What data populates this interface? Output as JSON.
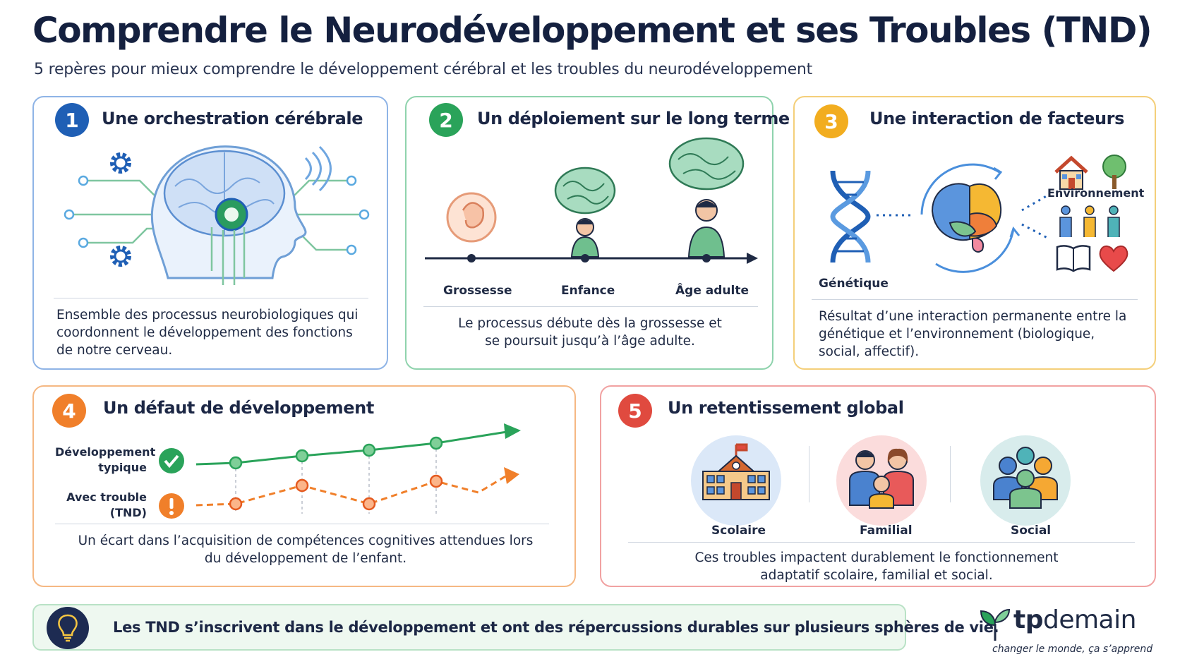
{
  "header": {
    "title": "Comprendre le Neurodéveloppement et ses Troubles (TND)",
    "subtitle": "5 repères pour mieux comprendre le développement cérébral et les troubles du neurodéveloppement"
  },
  "cards": [
    {
      "number": "1",
      "title": "Une orchestration cérébrale",
      "text": "Ensemble des processus neurobiologiques qui coordonnent le développement des fonctions de notre cerveau.",
      "color": "#1f5fb5",
      "icons": [
        "head-brain-icon",
        "gear-icon",
        "wifi-signal-icon",
        "circuit-icon"
      ]
    },
    {
      "number": "2",
      "title": "Un déploiement sur le long terme",
      "text": "Le processus débute dès la grossesse et se poursuit jusqu’à l’âge adulte.",
      "color": "#2aa35a",
      "timeline": [
        "Grossesse",
        "Enfance",
        "Âge adulte"
      ],
      "icons": [
        "fetus-icon",
        "brain-icon",
        "child-icon",
        "adult-icon"
      ]
    },
    {
      "number": "3",
      "title": "Une interaction de facteurs",
      "text": "Résultat d’une interaction permanente entre la génétique et l’environnement (biologique, social, affectif).",
      "color": "#f2ad1f",
      "labels": {
        "genetics": "Génétique",
        "environment": "Environnement"
      },
      "icons": [
        "dna-icon",
        "brain-icon",
        "house-icon",
        "tree-icon",
        "people-icon",
        "book-icon",
        "heart-icon"
      ]
    },
    {
      "number": "4",
      "title": "Un défaut de développement",
      "text": "Un écart dans l’acquisition de compétences cognitives attendues lors du développement de l’enfant.",
      "color": "#f07f2a",
      "legend": {
        "typical": "Développement typique",
        "trouble": "Avec trouble (TND)"
      },
      "icons": [
        "check-icon",
        "warning-icon"
      ]
    },
    {
      "number": "5",
      "title": "Un retentissement global",
      "text": "Ces troubles impactent durablement le fonctionnement adaptatif scolaire, familial et social.",
      "color": "#e04a3f",
      "spheres": [
        "Scolaire",
        "Familial",
        "Social"
      ],
      "icons": [
        "school-icon",
        "family-icon",
        "group-icon"
      ]
    }
  ],
  "banner": {
    "text": "Les TND s’inscrivent dans le développement et ont des répercussions durables sur plusieurs sphères de vie.",
    "icon": "lightbulb-icon"
  },
  "brand": {
    "name_bold": "tp",
    "name_light": "demain",
    "tagline": "changer le monde, ça s’apprend",
    "icon": "sprout-icon"
  },
  "colors": {
    "navy": "#14203f",
    "blue": "#1f5fb5",
    "green": "#2aa35a",
    "yellow": "#f2ad1f",
    "orange": "#f07f2a",
    "red": "#e04a3f"
  }
}
